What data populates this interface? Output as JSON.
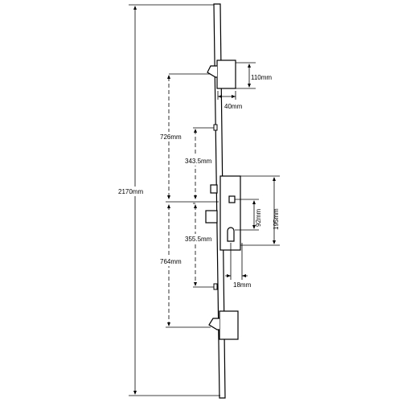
{
  "dimensions": {
    "total_height": "2170mm",
    "top_upper": "726mm",
    "top_lower": "343.5mm",
    "bottom_upper": "355.5mm",
    "bottom_lower": "764mm",
    "hook_height": "110mm",
    "backset": "40mm",
    "centres": "92mm",
    "case_height": "195mm",
    "cylinder_offset": "18mm"
  },
  "colors": {
    "line": "#000000",
    "background": "#ffffff"
  }
}
